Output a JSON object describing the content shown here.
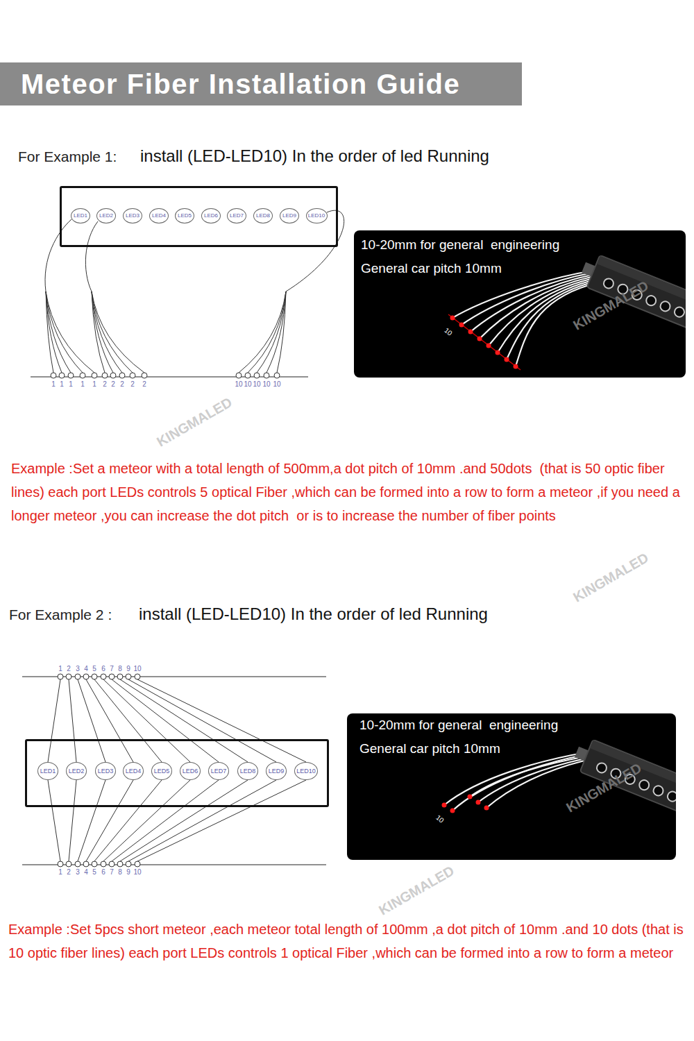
{
  "diagram": {
    "title": "Meteor Fiber Installation Guide",
    "nodes": [
      {
        "text": []
      },
      {
        "text": [
          "LED1"
        ],
        "in": 0
      },
      {
        "text": [
          "LED2"
        ],
        "in": 0
      },
      {
        "text": [
          "LED3"
        ],
        "in": 0
      },
      {
        "text": [
          "LED4"
        ],
        "in": 0
      },
      {
        "text": [
          "LED5"
        ],
        "in": 0
      },
      {
        "text": [
          "LED6"
        ],
        "in": 0
      },
      {
        "text": [
          "LED7"
        ],
        "in": 0
      },
      {
        "text": [
          "LED8"
        ],
        "in": 0
      },
      {
        "text": [
          "LED9"
        ],
        "in": 0
      },
      {
        "text": [
          "LED10"
        ],
        "in": 0
      },
      {
        "text": [
          "10-20mm for general  engineering",
          "General car pitch 10mm"
        ]
      },
      {
        "text": []
      },
      {
        "text": [
          "LED1"
        ],
        "in": 12
      },
      {
        "text": [
          "LED2"
        ],
        "in": 12
      },
      {
        "text": [
          "LED3"
        ],
        "in": 12
      },
      {
        "text": [
          "LED4"
        ],
        "in": 12
      },
      {
        "text": [
          "LED5"
        ],
        "in": 12
      },
      {
        "text": [
          "LED6"
        ],
        "in": 12
      },
      {
        "text": [
          "LED7"
        ],
        "in": 12
      },
      {
        "text": [
          "LED8"
        ],
        "in": 12
      },
      {
        "text": [
          "LED9"
        ],
        "in": 12
      },
      {
        "text": [
          "LED10"
        ],
        "in": 12
      },
      {
        "text": [
          "10-20mm for general  engineering",
          "General car pitch 10mm"
        ]
      }
    ],
    "labels": [
      "For Example 1:",
      "install (LED-LED10) In the order of led Running",
      "1",
      "1",
      "1",
      "1",
      "1",
      "2",
      "2",
      "2",
      "2",
      "2",
      "10",
      "10",
      "10",
      "10",
      "10",
      "10",
      "KINGMALED",
      "KINGMALED",
      "Example :Set a meteor with a total length of 500mm,a dot pitch of 10mm .and 50dots  (that is 50 optic fiber lines) each port LEDs controls 5 optical Fiber ,which can be formed into a row to form a meteor ,if you need a longer meteor ,you can increase the dot pitch  or is to increase the number of fiber points",
      "KINGMALED",
      "For Example 2 :",
      "install (LED-LED10) In the order of led Running",
      "1",
      "2",
      "3",
      "4",
      "5",
      "6",
      "7",
      "8",
      "9",
      "10",
      "10",
      "KINGMALED",
      "1",
      "2",
      "3",
      "4",
      "5",
      "6",
      "7",
      "8",
      "9",
      "10",
      "KINGMALED",
      "Example :Set 5pcs short meteor ,each meteor total length of 100mm ,a dot pitch of 10mm .and 10 dots (that is 10 optic fiber lines) each port LEDs controls 1 optical Fiber ,which can be formed into a row to form a meteor"
    ]
  }
}
